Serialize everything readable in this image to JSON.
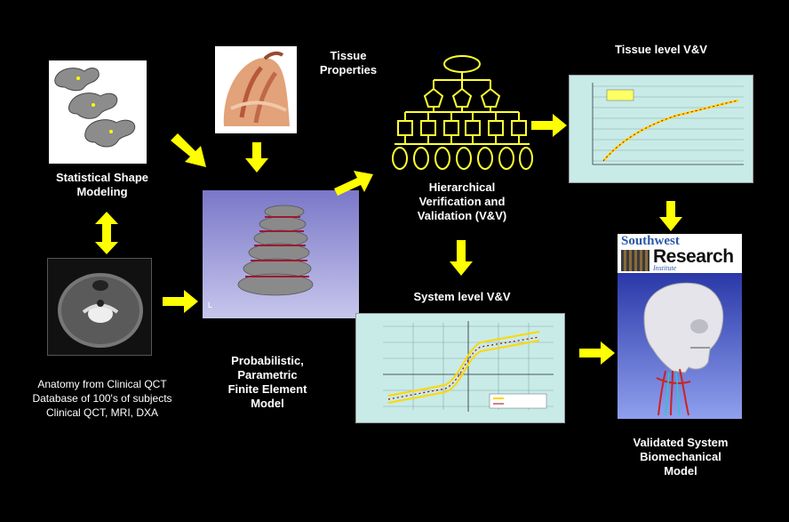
{
  "labels": {
    "tissue_properties": [
      "Tissue",
      "Properties"
    ],
    "statistical_shape": [
      "Statistical Shape",
      "Modeling"
    ],
    "anatomy": [
      "Anatomy from Clinical QCT",
      "Database of 100's of subjects",
      "Clinical QCT, MRI, DXA"
    ],
    "probabilistic": [
      "Probabilistic,",
      "Parametric",
      "Finite Element",
      "Model"
    ],
    "hierarchical": [
      "Hierarchical",
      "Verification and",
      "Validation (V&V)"
    ],
    "tissue_vv": "Tissue level V&V",
    "system_vv": "System level V&V",
    "validated": [
      "Validated System",
      "Biomechanical",
      "Model"
    ]
  },
  "logo": {
    "line1": "Southwest",
    "line2": "Research",
    "line3": "Institute"
  },
  "colors": {
    "arrow": "#ffff00",
    "diagram": "#ffff33",
    "chart_bg": "#c8ebe8"
  }
}
